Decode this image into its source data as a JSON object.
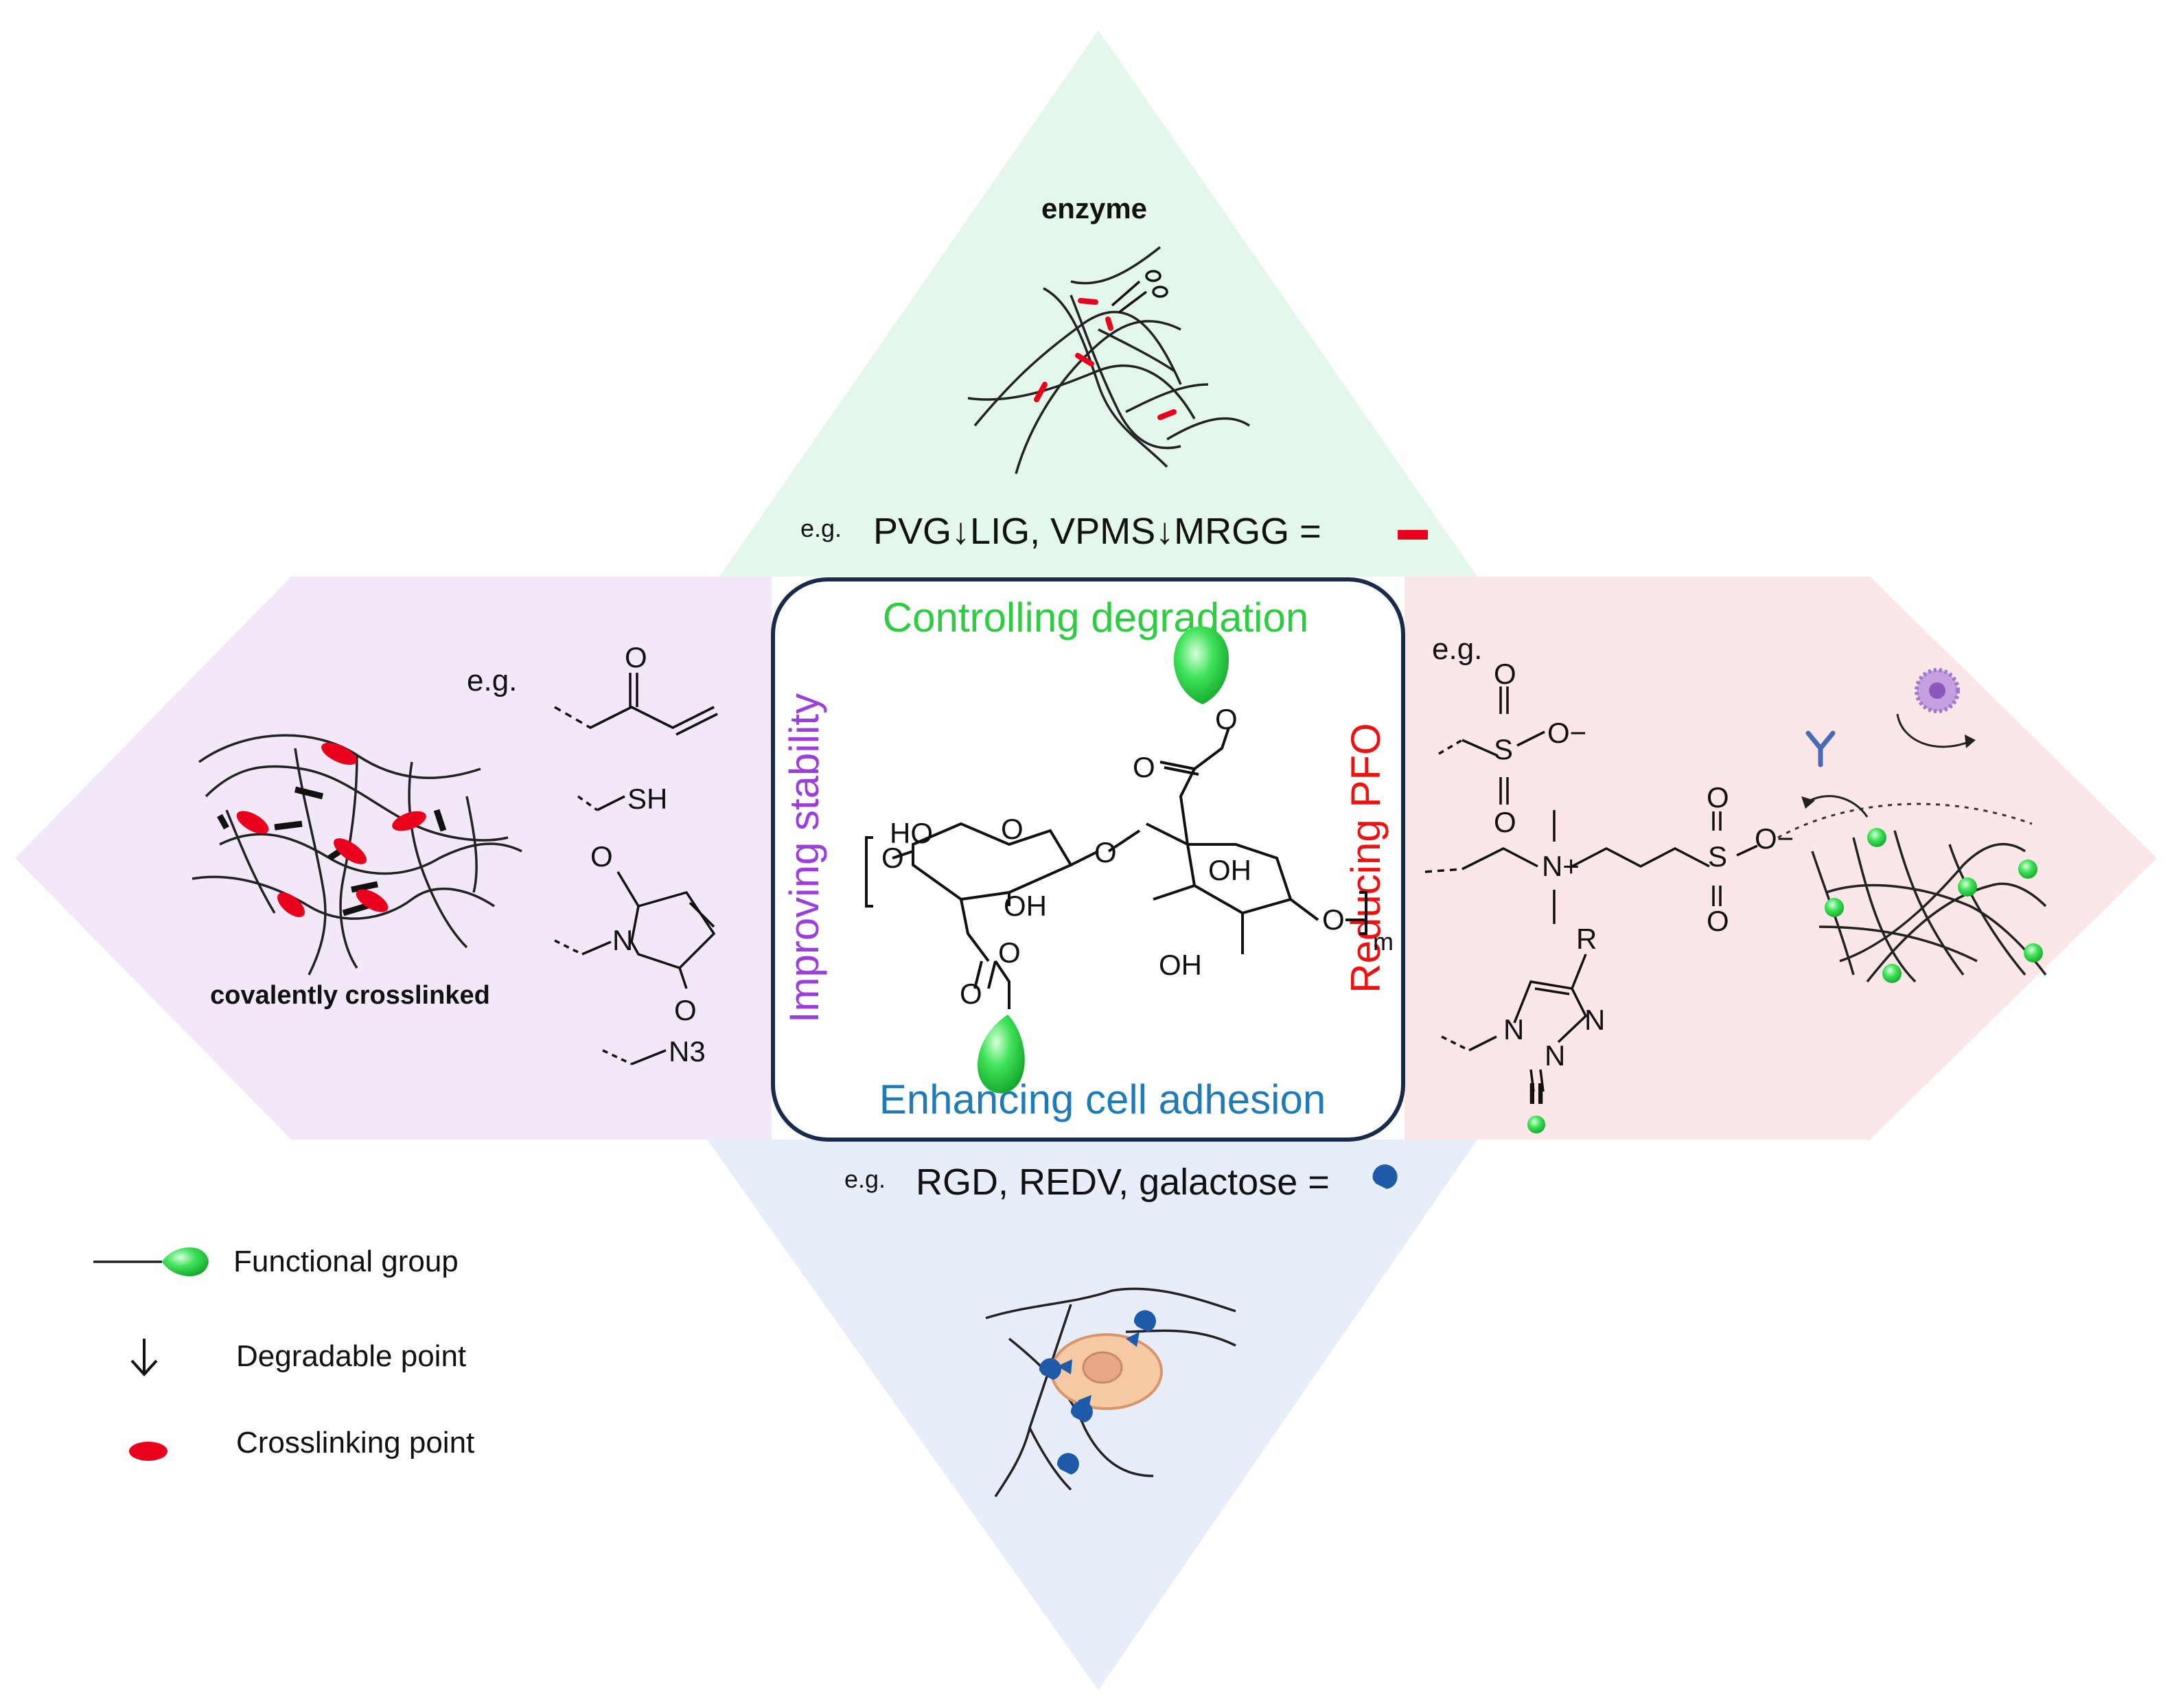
{
  "colors": {
    "top_panel": "#e3f8ea",
    "left_panel": "#f2e8f8",
    "right_panel": "#fbe6e8",
    "bottom_panel": "#e8eef9",
    "degradation": "#2ecc40",
    "stability": "#9b3fdc",
    "pfo": "#ee1111",
    "adhesion": "#1f7ab8",
    "crosslink": "#e8001c",
    "ligand": "#1f5aa8",
    "functional_group": "#3fe25a"
  },
  "center": {
    "top_label": "Controlling degradation",
    "left_label": "Improving stability",
    "right_label": "Reducing PFO",
    "bottom_label": "Enhancing cell adhesion",
    "structure": {
      "atoms": [
        "HO",
        "O",
        "O",
        "OH",
        "O",
        "O",
        "OH",
        "O",
        "O",
        "O",
        "OH",
        "O",
        "m"
      ]
    }
  },
  "top": {
    "title": "enzyme",
    "eg": "e.g.",
    "example": "PVG↓LIG, VPMS↓MRGG ="
  },
  "left": {
    "eg": "e.g.",
    "caption": "covalently crosslinked",
    "labels": [
      "O",
      "SH",
      "O",
      "N",
      "O",
      "N3"
    ]
  },
  "right": {
    "eg": "e.g.",
    "labels": [
      "S",
      "O",
      "O",
      "O−",
      "N+",
      "S",
      "O",
      "O",
      "O−",
      "R",
      "N",
      "N",
      "N"
    ],
    "equals": "II"
  },
  "bottom": {
    "eg": "e.g.",
    "example": "RGD, REDV, galactose ="
  },
  "legend": [
    {
      "icon": "functional-group-icon",
      "label": "Functional group"
    },
    {
      "icon": "arrow-down-icon",
      "label": "Degradable point"
    },
    {
      "icon": "red-ellipse-icon",
      "label": "Crosslinking point"
    }
  ]
}
